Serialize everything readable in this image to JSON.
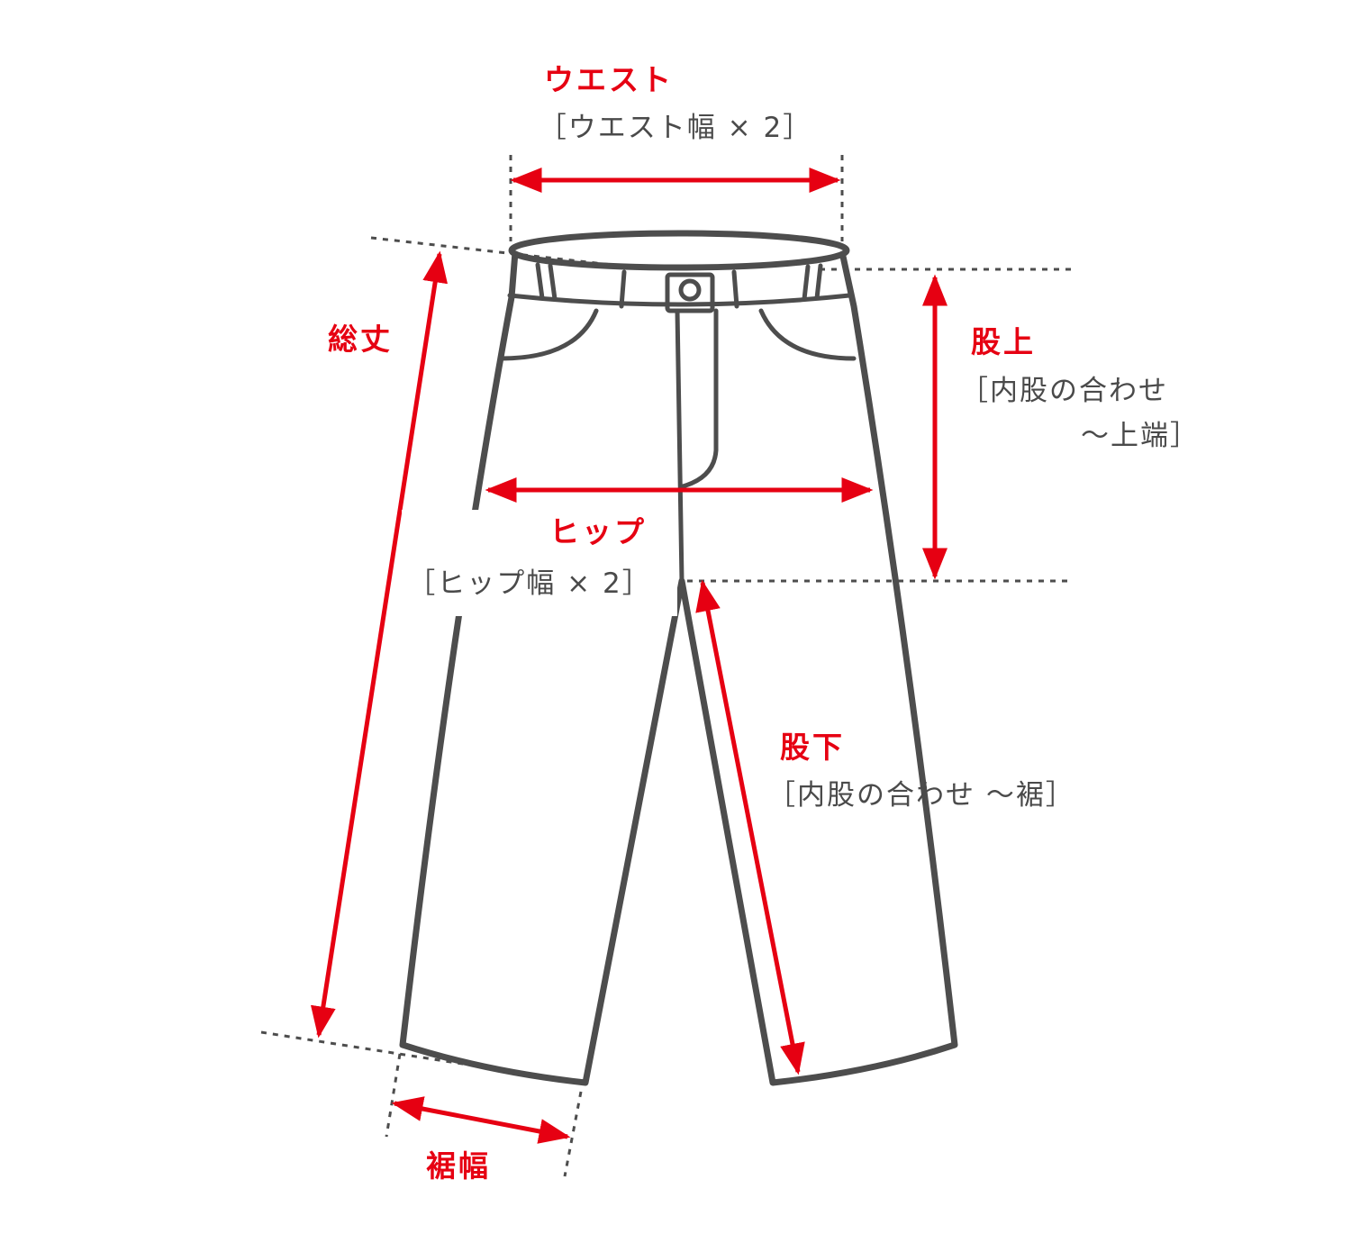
{
  "colors": {
    "measure": "#e60012",
    "outline": "#4d4d4d",
    "note": "#4a4a4a"
  },
  "labels": {
    "waist": {
      "title": "ウエスト",
      "note": "［ウエスト幅 × 2］"
    },
    "hip": {
      "title": "ヒップ",
      "note": "［ヒップ幅 × 2］"
    },
    "total_length": {
      "title": "総丈"
    },
    "rise": {
      "title": "股上",
      "note_line1": "［内股の合わせ",
      "note_line2": "〜上端］"
    },
    "inseam": {
      "title": "股下",
      "note": "［内股の合わせ 〜裾］"
    },
    "hem_width": {
      "title": "裾幅"
    }
  }
}
